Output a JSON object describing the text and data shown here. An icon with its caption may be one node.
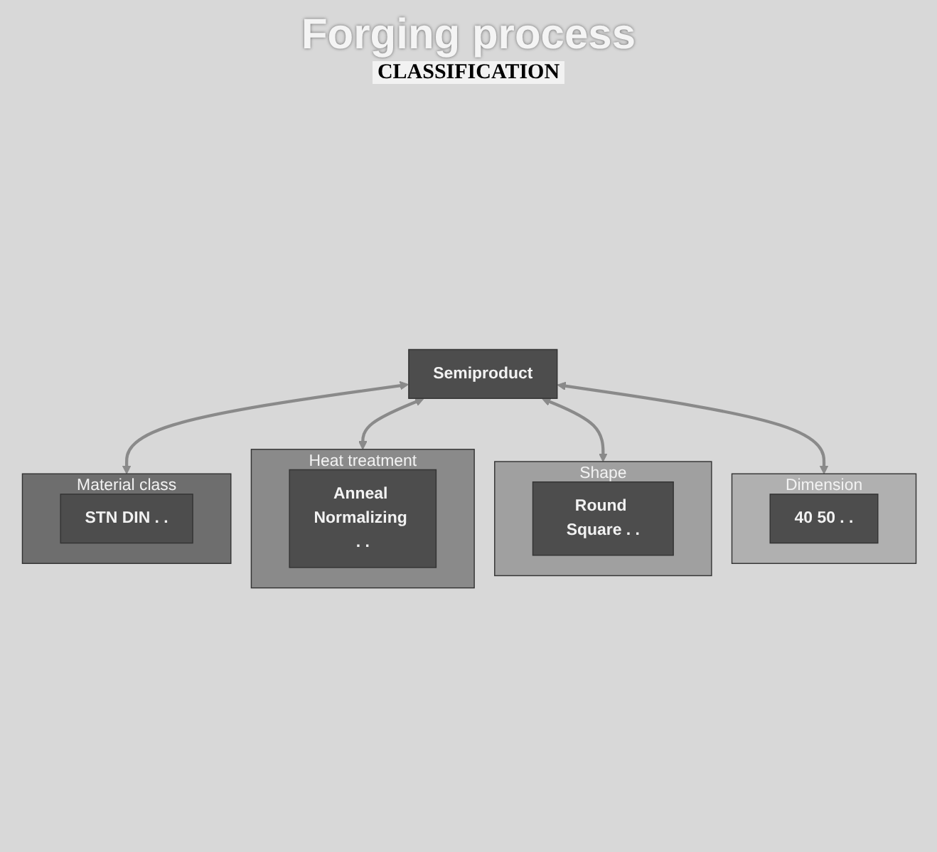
{
  "diagram": {
    "title": "Forging process",
    "nodes": [
      {
        "text": [
          "Semiproduct"
        ]
      },
      {
        "text": [
          "Material class"
        ]
      },
      {
        "text": [
          "STN DIN . ."
        ],
        "in": 1
      },
      {
        "text": [
          "Heat treatment"
        ]
      },
      {
        "text": [
          "Anneal Normalizing . ."
        ],
        "in": 3
      },
      {
        "text": [
          "Shape"
        ]
      },
      {
        "text": [
          "Round Square . ."
        ],
        "in": 5
      },
      {
        "text": [
          "Dimension"
        ]
      },
      {
        "text": [
          "40 50 . ."
        ],
        "in": 7
      }
    ],
    "edges": [
      {
        "from": 0,
        "to": 1,
        "arrow": "both"
      },
      {
        "from": 0,
        "to": 3,
        "arrow": "both"
      },
      {
        "from": 0,
        "to": 5,
        "arrow": "both"
      },
      {
        "from": 0,
        "to": 7,
        "arrow": "both"
      }
    ],
    "labels": [
      "CLASSIFICATION"
    ]
  }
}
